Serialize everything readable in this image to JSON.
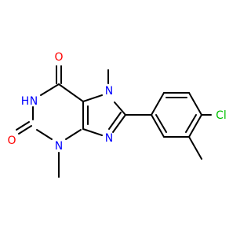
{
  "colors": {
    "carbon": "#000000",
    "nitrogen": "#0000FF",
    "oxygen": "#FF0000",
    "chlorine": "#00C000",
    "background": "#FFFFFF"
  },
  "labels": {
    "o_top": "O",
    "o_left": "O",
    "nh": "N",
    "h": "H",
    "n_bottom": "N",
    "n7": "N",
    "n9": "N",
    "cl": "Cl"
  }
}
